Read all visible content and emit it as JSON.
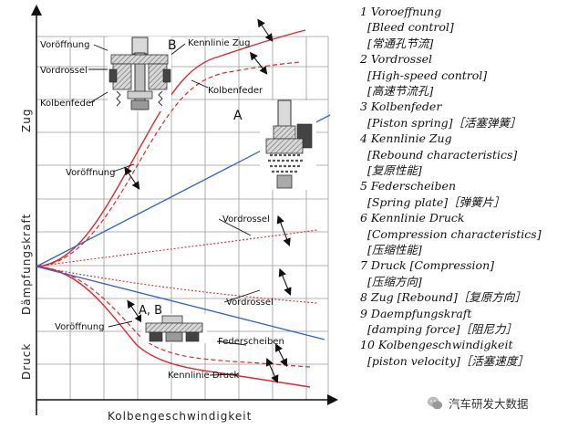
{
  "diagram": {
    "label_a": "A",
    "label_b": "B",
    "label_ab": "A, B",
    "vooeffnung_top": "Voröffnung",
    "vordrossel_top": "Vordrossel",
    "kolbenfeder_left": "Kolbenfeder",
    "kennlinie_zug": "Kennlinie Zug",
    "kolbenfeder_right": "Kolbenfeder",
    "vooeffnung_mid": "Voröffnung",
    "vordrossel_mid": "Vordrossel",
    "vordrossel_low": "Vordrossel",
    "vooeffnung_low": "Voröffnung",
    "federscheiben": "Federscheiben",
    "kennlinie_druck": "Kennlinie Druck",
    "axis_zug": "Zug",
    "axis_daempfungskraft": "Dämpfungskraft",
    "axis_druck": "Druck",
    "axis_x": "Kolbengeschwindigkeit",
    "colors": {
      "red": "#e3262b",
      "blue": "#2d63c8",
      "grid": "#9a9a9a",
      "gear": "#444444"
    }
  },
  "legend": [
    "1 Voroeffnung",
    "  [Bleed control]",
    "  [常通孔节流]",
    "2 Vordrossel",
    "  [High-speed control]",
    "  [高速节流孔]",
    "3 Kolbenfeder",
    "  [Piston spring]［活塞弹簧］",
    "4 Kennlinie Zug",
    "  [Rebound characteristics]",
    "  [复原性能]",
    "5 Federscheiben",
    "  [Spring plate]［弹簧片］",
    "6 Kennlinie Druck",
    "  [Compression characteristics]",
    "  [压缩性能]",
    "7 Druck [Compression]",
    "  [压缩方向]",
    "8 Zug [Rebound]［复原方向］",
    "9 Daempfungskraft",
    "  [damping force]［阻尼力］",
    "10 Kolbengeschwindigkeit",
    "  [piston velocity]［活塞速度］"
  ],
  "watermark": {
    "icon": "wechat-icon",
    "text": "汽车研发大数据"
  }
}
